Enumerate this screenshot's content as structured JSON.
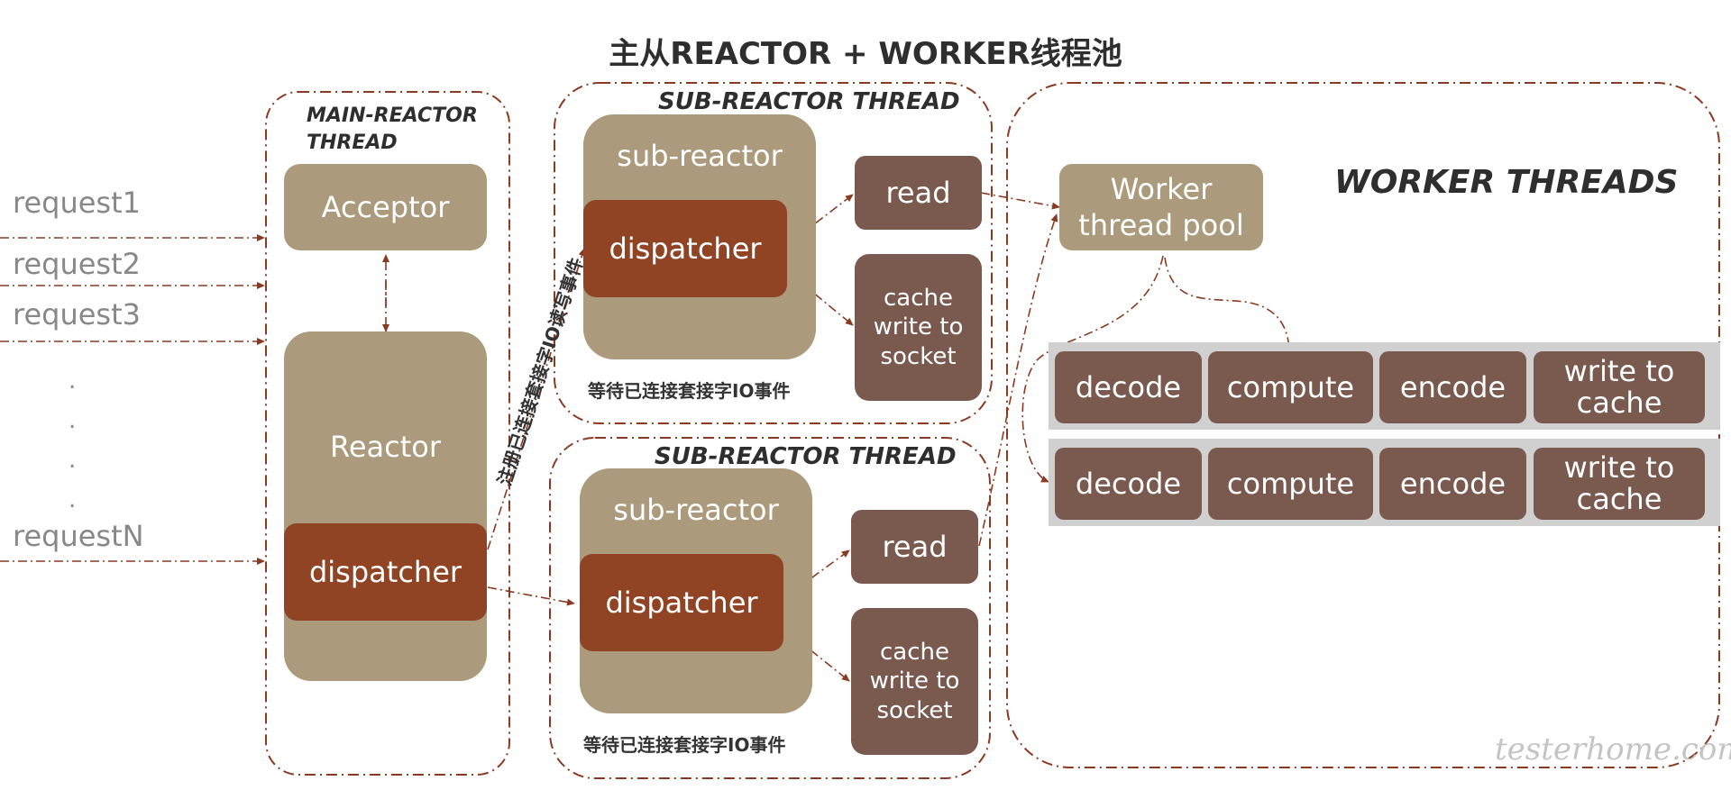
{
  "title": "主从REACTOR + WORKER线程池",
  "sections": {
    "main_reactor": [
      "MAIN-REACTOR",
      "THREAD"
    ],
    "sub_reactor_1": "SUB-REACTOR THREAD",
    "sub_reactor_2": "SUB-REACTOR THREAD",
    "workers": "WORKER THREADS"
  },
  "requests": [
    "request1",
    "request2",
    "request3",
    "requestN"
  ],
  "ellipsis": [
    ".",
    ".",
    ".",
    "."
  ],
  "main": {
    "acceptor": "Acceptor",
    "reactor": "Reactor",
    "dispatcher": "dispatcher"
  },
  "register_label": "注册已连接套接字IO读写事件",
  "sub1": {
    "sub_reactor": "sub-reactor",
    "dispatcher": "dispatcher",
    "read": "read",
    "cache_write": [
      "cache",
      "write to",
      "socket"
    ],
    "caption": "等待已连接套接字IO事件"
  },
  "sub2": {
    "sub_reactor": "sub-reactor",
    "dispatcher": "dispatcher",
    "read": "read",
    "cache_write": [
      "cache",
      "write to",
      "socket"
    ],
    "caption": "等待已连接套接字IO事件"
  },
  "worker_pool": [
    "Worker",
    "thread pool"
  ],
  "pipeline_row1": {
    "decode": "decode",
    "compute": "compute",
    "encode": "encode",
    "write_cache": [
      "write to",
      "cache"
    ]
  },
  "pipeline_row2": {
    "decode": "decode",
    "compute": "compute",
    "encode": "encode",
    "write_cache": [
      "write to",
      "cache"
    ]
  },
  "watermark": "testerhome.com",
  "colors": {
    "tan": "#ab9a7c",
    "brown": "#7a5a4f",
    "rust": "#914424",
    "arrow": "#8b3a22",
    "lane": "#d0d0d0"
  }
}
